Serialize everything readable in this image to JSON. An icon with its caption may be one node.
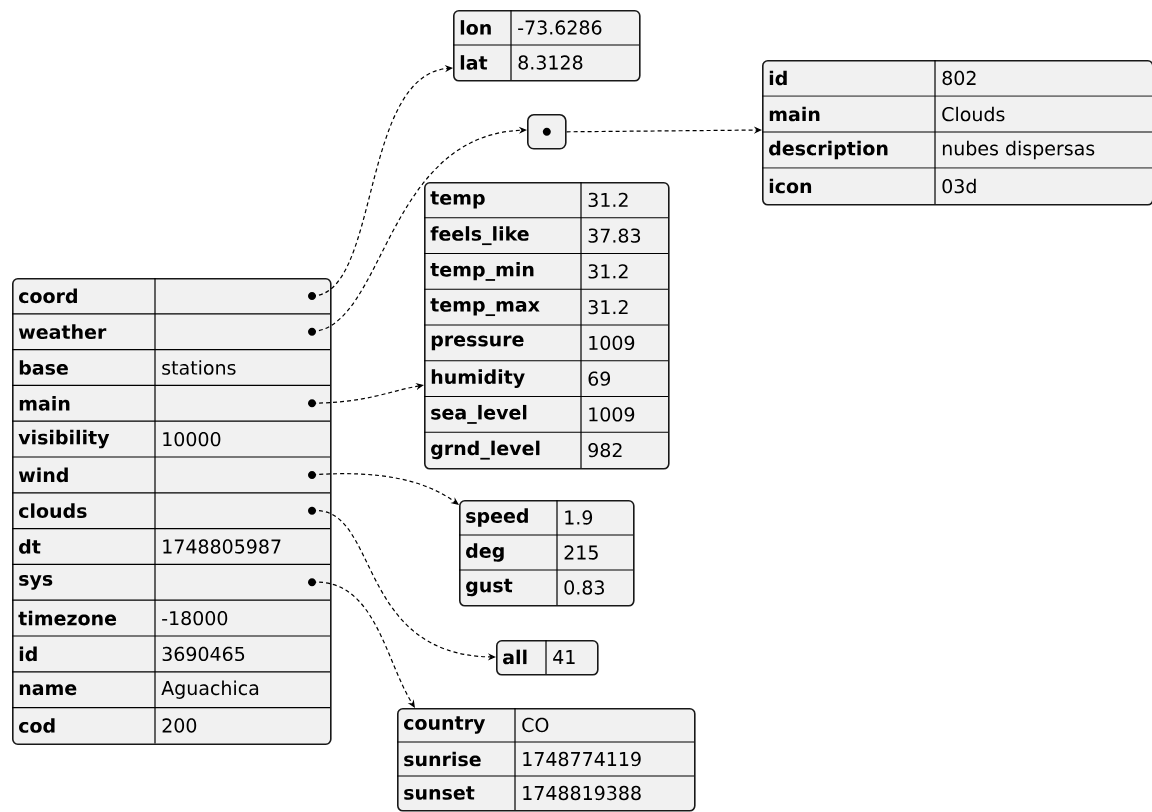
{
  "diagram": {
    "nodes": [
      {
        "text": [
          "coord",
          "weather",
          "base",
          "stations",
          "main",
          "visibility",
          "10000",
          "wind",
          "clouds",
          "dt",
          "1748805987",
          "sys",
          "timezone",
          "-18000",
          "id",
          "3690465",
          "name",
          "Aguachica",
          "cod",
          "200"
        ]
      },
      {
        "text": [
          "lon",
          "-73.6286",
          "lat",
          "8.3128"
        ]
      },
      {
        "text": [],
        "shape": "box"
      },
      {
        "text": [
          "id",
          "802",
          "main",
          "Clouds",
          "description",
          "nubes dispersas",
          "icon",
          "03d"
        ]
      },
      {
        "text": [
          "temp",
          "31.2",
          "feels_like",
          "37.83",
          "temp_min",
          "31.2",
          "temp_max",
          "31.2",
          "pressure",
          "1009",
          "humidity",
          "69",
          "sea_level",
          "1009",
          "grnd_level",
          "982"
        ]
      },
      {
        "text": [
          "speed",
          "1.9",
          "deg",
          "215",
          "gust",
          "0.83"
        ]
      },
      {
        "text": [
          "all",
          "41"
        ]
      },
      {
        "text": [
          "country",
          "CO",
          "sunrise",
          "1748774119",
          "sunset",
          "1748819388"
        ]
      }
    ],
    "edges": [
      {
        "from": 0,
        "to": 1,
        "arrow": "to",
        "style": "dashed"
      },
      {
        "from": 0,
        "to": 2,
        "arrow": "to",
        "style": "dashed"
      },
      {
        "from": 2,
        "to": 3,
        "arrow": "to",
        "style": "dashed"
      },
      {
        "from": 0,
        "to": 4,
        "arrow": "to",
        "style": "dashed"
      },
      {
        "from": 0,
        "to": 5,
        "arrow": "to",
        "style": "dashed"
      },
      {
        "from": 0,
        "to": 6,
        "arrow": "to",
        "style": "dashed"
      },
      {
        "from": 0,
        "to": 7,
        "arrow": "to",
        "style": "dashed"
      }
    ]
  }
}
